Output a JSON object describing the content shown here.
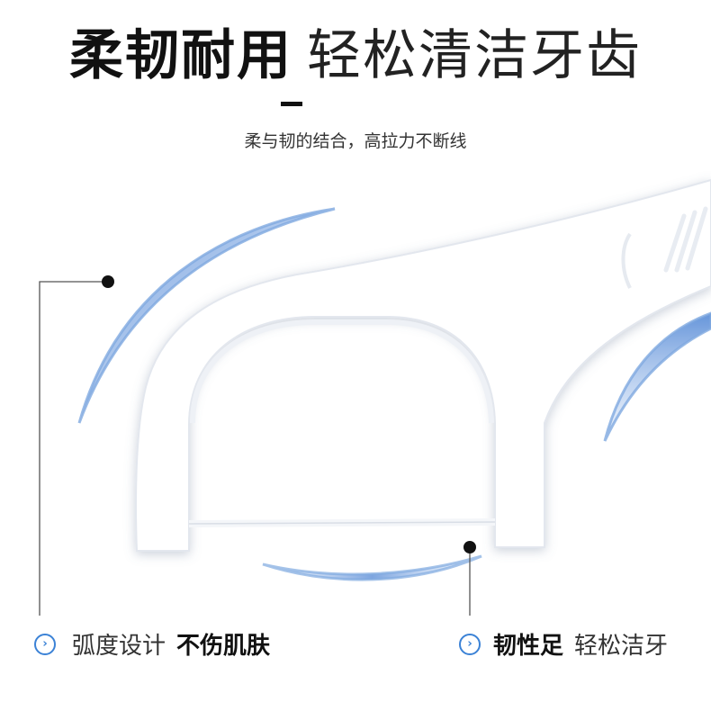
{
  "headline": {
    "bold": "柔韧耐用",
    "light": "轻松清洁牙齿"
  },
  "subline": "柔与韧的结合，高拉力不断线",
  "callouts": {
    "left": {
      "plain": "弧度设计",
      "strong": "不伤肌肤",
      "icon": "chevron-circle-icon"
    },
    "right": {
      "strong": "韧性足",
      "plain": "轻松洁牙",
      "icon": "chevron-circle-icon"
    }
  },
  "colors": {
    "accent_blue": "#3b82d6",
    "swoosh_blue": "#7fa9e0",
    "text_dark": "#111111",
    "product_white": "#ffffff"
  }
}
